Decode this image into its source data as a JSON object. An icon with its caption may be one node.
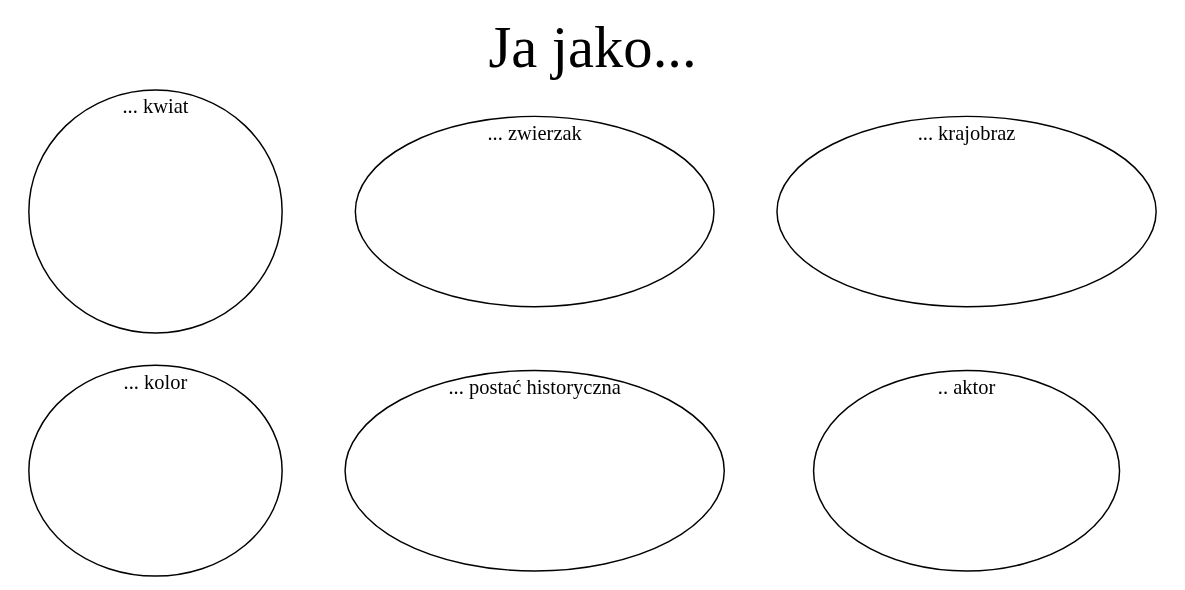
{
  "diagram": {
    "title": "Ja jako...",
    "nodes": [
      {
        "text": [
          "... kwiat"
        ]
      },
      {
        "text": [
          "... zwierzak"
        ]
      },
      {
        "text": [
          "... krajobraz"
        ]
      },
      {
        "text": [
          "... kolor"
        ]
      },
      {
        "text": [
          "... postać historyczna"
        ]
      },
      {
        "text": [
          ".. aktor"
        ]
      }
    ]
  }
}
